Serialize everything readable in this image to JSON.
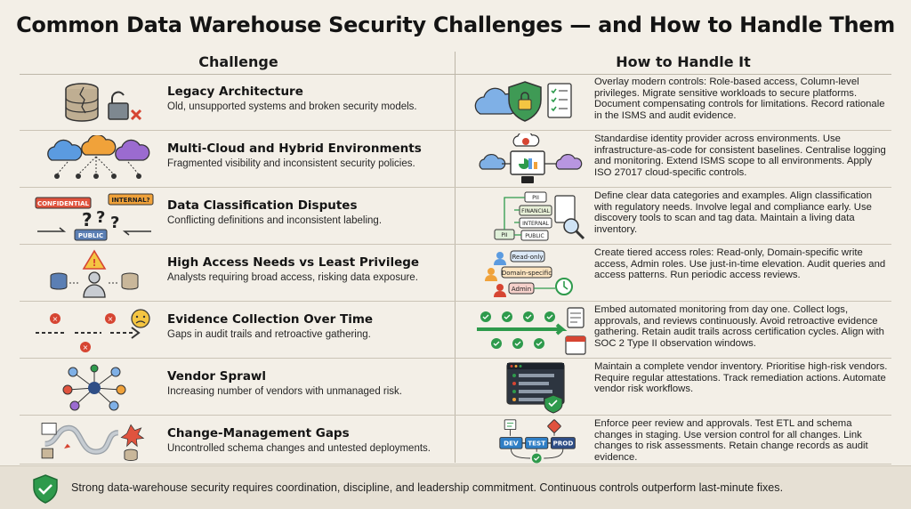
{
  "title": "Common Data Warehouse Security Challenges — and How to Handle Them",
  "columns": {
    "challenge": "Challenge",
    "handle": "How to Handle It"
  },
  "colors": {
    "background": "#f3efe7",
    "accent_blue": "#4f8fd6",
    "accent_green": "#2e9a4c",
    "accent_red": "#d64532",
    "accent_orange": "#f0a23a",
    "accent_purple": "#9b6bd0"
  },
  "rows": [
    {
      "title": "Legacy Architecture",
      "desc": "Old, unsupported systems and broken security models.",
      "handle": "Overlay modern controls: Role-based access, Column-level privileges. Migrate sensitive workloads to secure platforms. Document compensating controls for limitations. Record rationale in the ISMS and audit evidence.",
      "icons": [
        "cracked-database-icon",
        "broken-lock-icon",
        "cloud-shield-checklist-icon"
      ]
    },
    {
      "title": "Multi-Cloud and Hybrid Environments",
      "desc": "Fragmented visibility and inconsistent security policies.",
      "handle": "Standardise identity provider across environments. Use infrastructure-as-code for consistent baselines. Centralise logging and monitoring. Extend ISMS scope to all environments. Apply ISO 27017 cloud-specific controls.",
      "icons": [
        "multi-cloud-icon",
        "central-dashboard-icon"
      ]
    },
    {
      "title": "Data Classification Disputes",
      "desc": "Conflicting definitions and inconsistent labeling.",
      "handle": "Define clear data categories and examples. Align classification with regulatory needs. Involve legal and compliance early. Use discovery tools to scan and tag data. Maintain a living data inventory.",
      "icons": [
        "label-confusion-icon",
        "classification-tree-icon"
      ],
      "labels": {
        "confidential": "CONFIDENTIAL",
        "internal": "INTERNAL?",
        "public": "PUBLIC",
        "pii": "PII",
        "financial": "FINANCIAL",
        "internal2": "INTERNAL",
        "public2": "PUBLIC"
      }
    },
    {
      "title": "High Access Needs vs Least Privilege",
      "desc": "Analysts requiring broad access, risking data exposure.",
      "handle": "Create tiered access roles: Read-only, Domain-specific write access, Admin roles. Use just-in-time elevation. Audit queries and access patterns. Run periodic access reviews.",
      "icons": [
        "warning-user-icon",
        "tiered-roles-icon"
      ],
      "labels": {
        "readonly": "Read-only",
        "domain": "Domain-specific",
        "admin": "Admin"
      }
    },
    {
      "title": "Evidence Collection Over Time",
      "desc": "Gaps in audit trails and retroactive gathering.",
      "handle": "Embed automated monitoring from day one. Collect logs, approvals, and reviews continuously. Avoid retroactive evidence gathering. Retain audit trails across certification cycles. Align with SOC 2 Type II observation windows.",
      "icons": [
        "broken-timeline-icon",
        "continuous-timeline-icon"
      ]
    },
    {
      "title": "Vendor Sprawl",
      "desc": "Increasing number of vendors with unmanaged risk.",
      "handle": "Maintain a complete vendor inventory. Prioritise high-risk vendors. Require regular attestations. Track remediation actions. Automate vendor risk workflows.",
      "icons": [
        "vendor-network-icon",
        "vendor-dashboard-icon"
      ]
    },
    {
      "title": "Change-Management Gaps",
      "desc": "Uncontrolled schema changes and untested deployments.",
      "handle": "Enforce peer review and approvals. Test ETL and schema changes in staging. Use version control for all changes. Link changes to risk assessments. Retain change records as audit evidence.",
      "icons": [
        "tangled-pipeline-icon",
        "deployment-pipeline-icon"
      ],
      "labels": {
        "dev": "DEV",
        "test": "TEST",
        "prod": "PROD"
      }
    }
  ],
  "footer": "Strong data-warehouse security requires coordination, discipline, and leadership commitment. Continuous controls outperform last-minute fixes.",
  "footer_icon": "shield-check-icon"
}
